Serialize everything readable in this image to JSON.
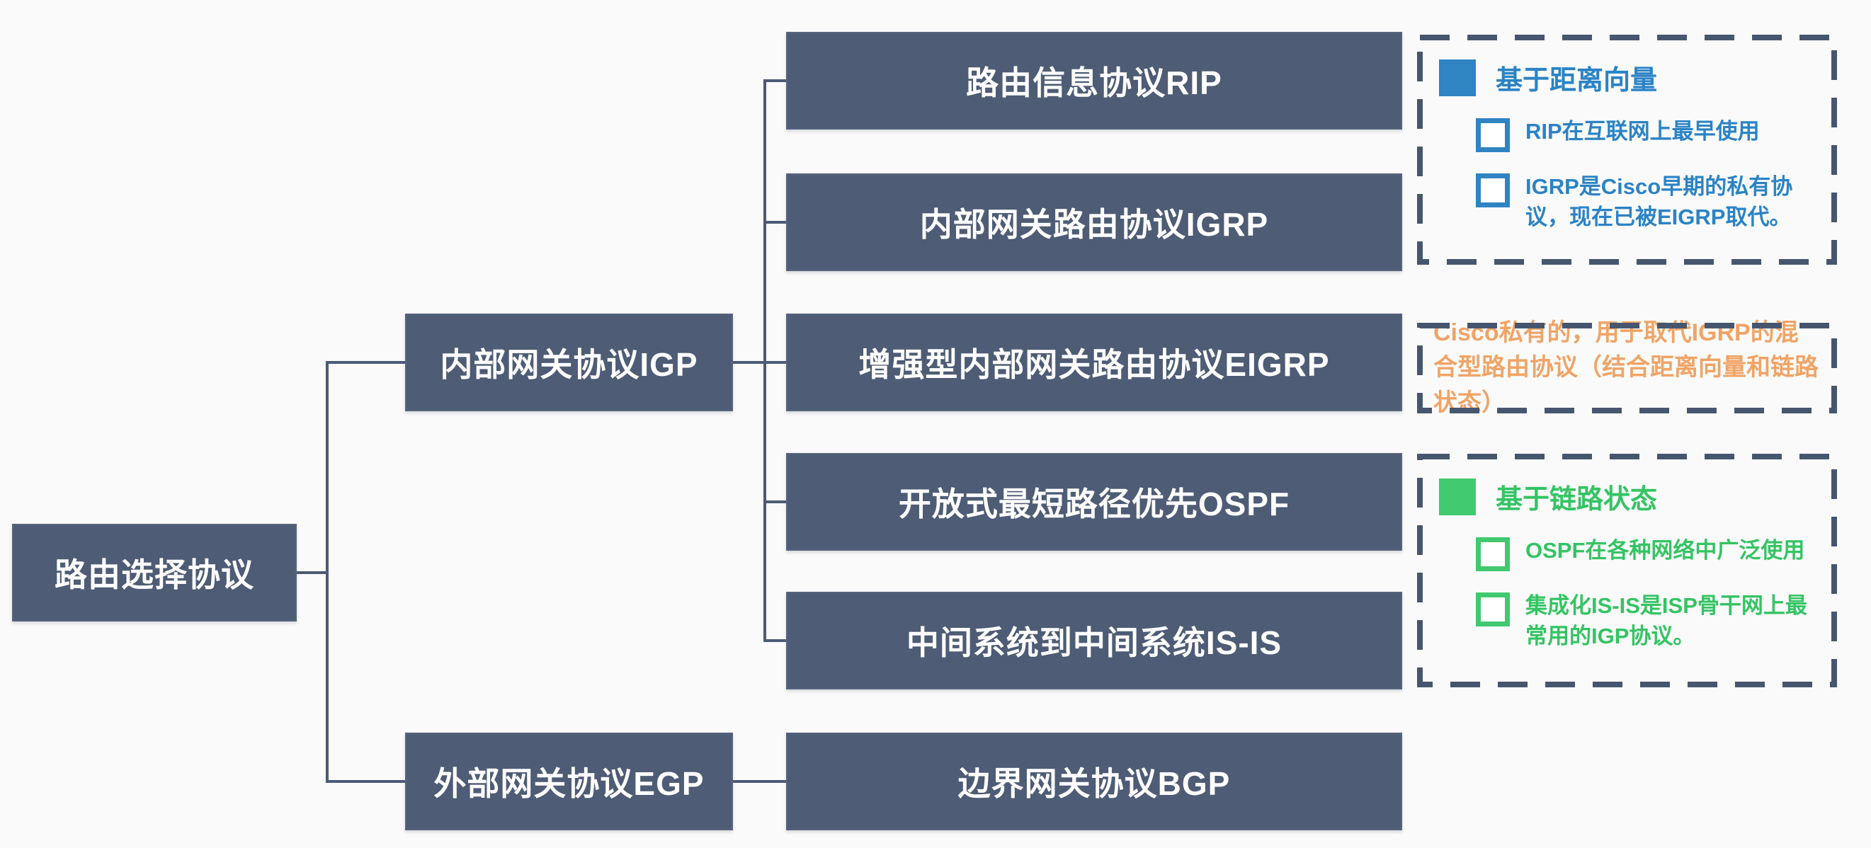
{
  "page": {
    "background": "#fafafa",
    "type": "mind-map-diagram",
    "topic": "路由选择协议"
  },
  "colors": {
    "node_fill": "#4e5c75",
    "node_text": "#ffffff",
    "connector": "#4c5b74",
    "dashed_border": "#47566f",
    "blue_accent": "#2b83c5",
    "green_accent": "#34c463",
    "orange_accent": "#f0a466"
  },
  "tree": {
    "root": {
      "label": "路由选择协议"
    },
    "branches": [
      {
        "label": "内部网关协议IGP",
        "children": [
          {
            "label": "路由信息协议RIP"
          },
          {
            "label": "内部网关路由协议IGRP"
          },
          {
            "label": "增强型内部网关路由协议EIGRP"
          },
          {
            "label": "开放式最短路径优先OSPF"
          },
          {
            "label": "中间系统到中间系统IS-IS"
          }
        ]
      },
      {
        "label": "外部网关协议EGP",
        "children": [
          {
            "label": "边界网关协议BGP"
          }
        ]
      }
    ]
  },
  "annotations": {
    "distance_vector": {
      "title": "基于距离向量",
      "accent": "#2b83c5",
      "bullets": [
        "RIP在互联网上最早使用",
        "IGRP是Cisco早期的私有协议，现在已被EIGRP取代。"
      ]
    },
    "eigrp_note": {
      "accent": "#f0a466",
      "text": "Cisco私有的，用于取代IGRP的混合型路由协议（结合距离向量和链路状态）"
    },
    "link_state": {
      "title": "基于链路状态",
      "accent": "#34c463",
      "bullets": [
        "OSPF在各种网络中广泛使用",
        "集成化IS-IS是ISP骨干网上最常用的IGP协议。"
      ]
    }
  }
}
